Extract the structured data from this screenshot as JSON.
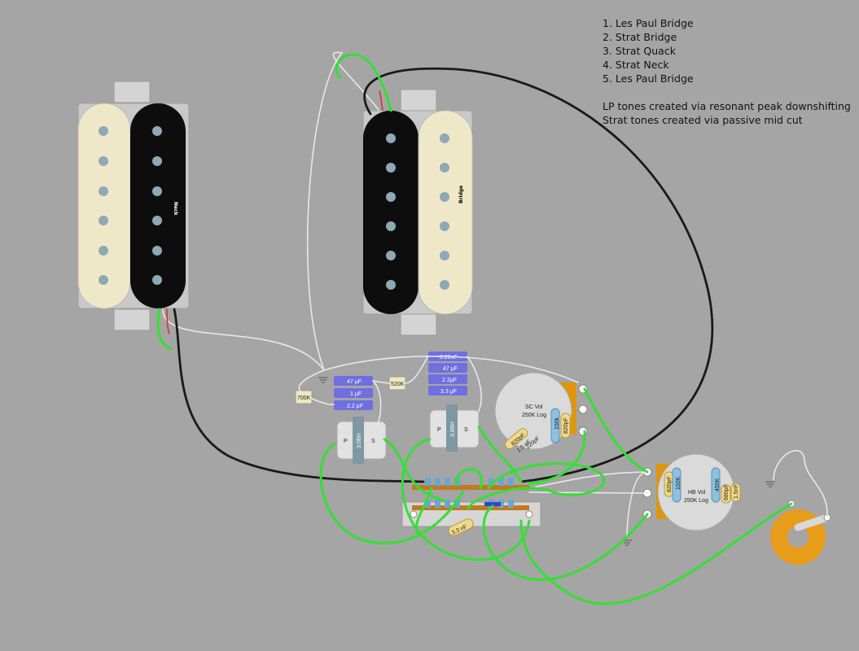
{
  "legend": {
    "positions": [
      "1. Les Paul Bridge",
      "2. Strat Bridge",
      "3. Strat Quack",
      "4. Strat Neck",
      "5. Les Paul Bridge"
    ],
    "notes": [
      "LP tones created via resonant peak downshifting",
      "Strat tones created via passive mid cut"
    ]
  },
  "pickups": {
    "neck_label": "Neck",
    "bridge_label": "Bridge"
  },
  "trimpots": {
    "left": "700K",
    "right": "520K"
  },
  "cap_banks": {
    "left": [
      "47 μF",
      "1 μF",
      "2.2 μF"
    ],
    "right": [
      "0.22uF",
      "47 μF",
      "2.2μF",
      "3.3 μF"
    ]
  },
  "inductors": {
    "left": {
      "p": "P",
      "s": "S",
      "value": "3.06H"
    },
    "right": {
      "p": "P",
      "s": "S",
      "value": "3.85H"
    }
  },
  "sc_pot": {
    "label": "SC Vol",
    "value": "250K Log",
    "resistor": "150k",
    "caps": [
      "820pF",
      "1.5 nF",
      "220pF"
    ],
    "cap_side": "820pF"
  },
  "hb_pot": {
    "label": "HB Vol",
    "value": "250K Log",
    "resistors": [
      "150K",
      "450K"
    ],
    "caps": [
      "820pF",
      "680pF",
      "1.5nF"
    ]
  },
  "switch_cap": "3.3 nF",
  "colors": {
    "background": "#a5a5a5",
    "cream": "#efe8c8",
    "black_coil": "#0d0d0d",
    "pole": "#8fa8b5",
    "green_wire": "#33e033",
    "black_wire": "#1a1a1a",
    "white_wire": "#e8e8e8",
    "red_wire": "#d83030",
    "cap_blue": "#6f6fe0",
    "pot_lug": "#e0960c",
    "jack": "#e79c1a"
  }
}
